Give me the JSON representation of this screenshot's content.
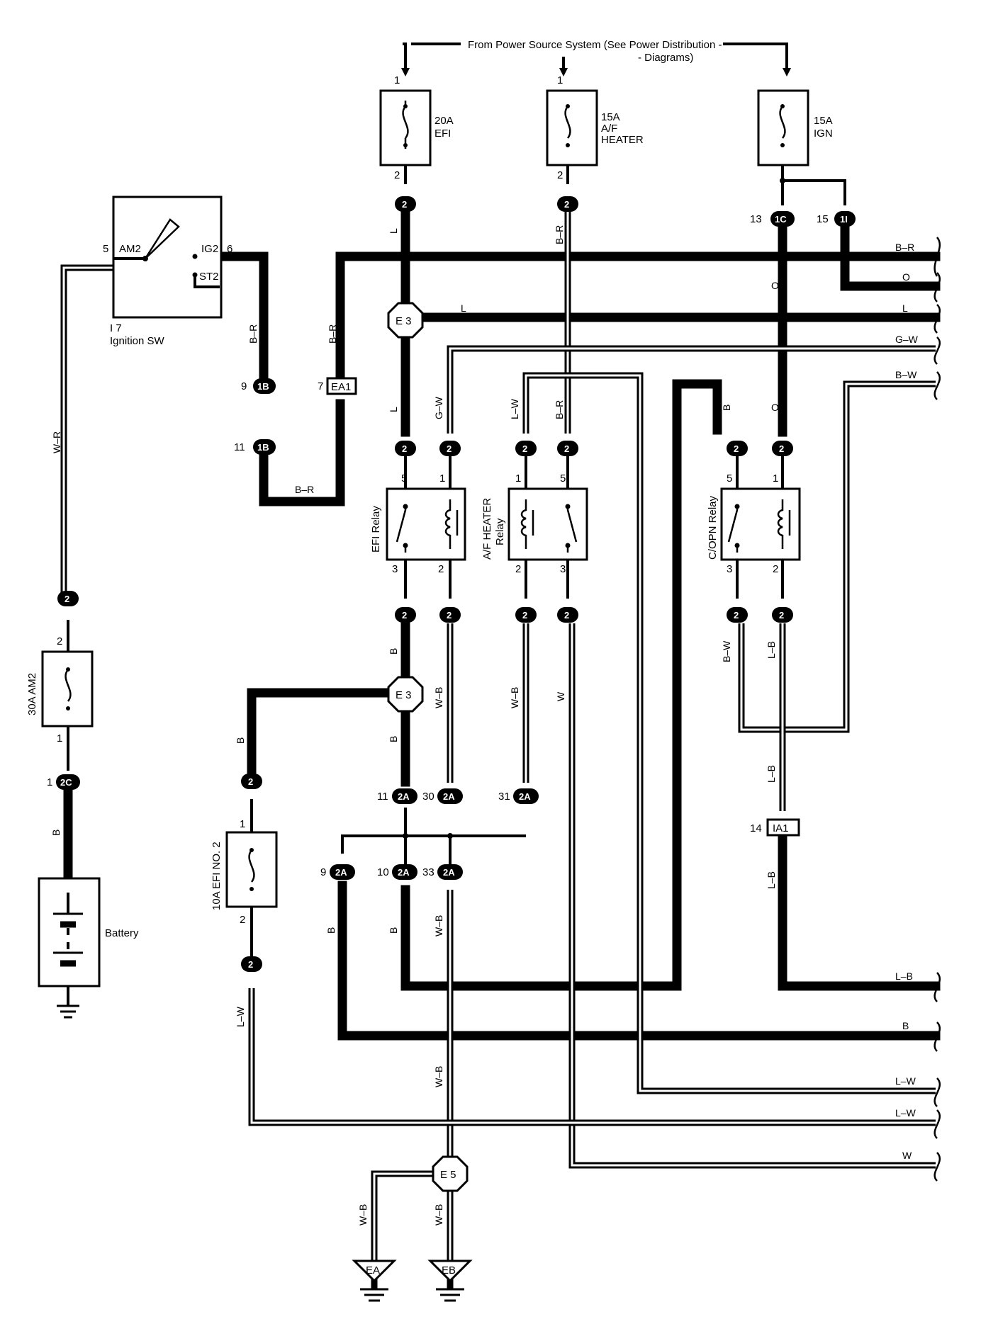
{
  "power_source": {
    "line1": "From Power Source System (See Power Distribution -",
    "line2": "- Diagrams)"
  },
  "components": {
    "fuse_efi": {
      "rating": "20A",
      "name": "EFI",
      "pin_top": "1",
      "pin_bottom": "2"
    },
    "fuse_af": {
      "rating": "15A",
      "name1": "A/F",
      "name2": "HEATER",
      "pin_top": "1",
      "pin_bottom": "2"
    },
    "fuse_ign": {
      "rating": "15A",
      "name": "IGN"
    },
    "fuse_am2": {
      "label": "30A AM2",
      "pin_top": "2",
      "pin_bottom": "1"
    },
    "fuse_efi2": {
      "label": "10A EFI NO. 2",
      "pin_top": "1",
      "pin_bottom": "2"
    },
    "ignition_sw": {
      "ref": "I 7",
      "name": "Ignition SW",
      "am2": "AM2",
      "ig2": "IG2",
      "st2": "ST2",
      "pin_am2": "5",
      "pin_ig2": "6"
    },
    "battery": {
      "name": "Battery"
    },
    "efi_relay": {
      "name": "EFI Relay",
      "p5": "5",
      "p1": "1",
      "p3": "3",
      "p2": "2"
    },
    "af_relay": {
      "name1": "A/F HEATER",
      "name2": "Relay",
      "p1": "1",
      "p5": "5",
      "p2": "2",
      "p3": "3"
    },
    "copn_relay": {
      "name": "C/OPN Relay",
      "p5": "5",
      "p1": "1",
      "p3": "3",
      "p2": "2"
    }
  },
  "connectors": {
    "c2": "2",
    "c1C": "1C",
    "c1I": "1I",
    "c1B": "1B",
    "cEA1": "EA1",
    "c2C": "2C",
    "c2A": "2A",
    "cIA1": "IA1",
    "jE3": "E 3",
    "jE5": "E 5",
    "gEA": "EA",
    "gEB": "EB",
    "pin13": "13",
    "pin15": "15",
    "pin9": "9",
    "pin11": "11",
    "pin7": "7",
    "pin1": "1",
    "pin14": "14",
    "pin30": "30",
    "pin31": "31",
    "pin10": "10",
    "pin33": "33"
  },
  "wires": {
    "L": "L",
    "B_R": "B–R",
    "O": "O",
    "G_W": "G–W",
    "B_W": "B–W",
    "L_W": "L–W",
    "B": "B",
    "W_B": "W–B",
    "W": "W",
    "L_B": "L–B",
    "W_R": "W–R"
  },
  "right_edge": [
    "B–R",
    "O",
    "L",
    "G–W",
    "B–W",
    "L–B",
    "B",
    "L–W",
    "L–W",
    "W"
  ]
}
